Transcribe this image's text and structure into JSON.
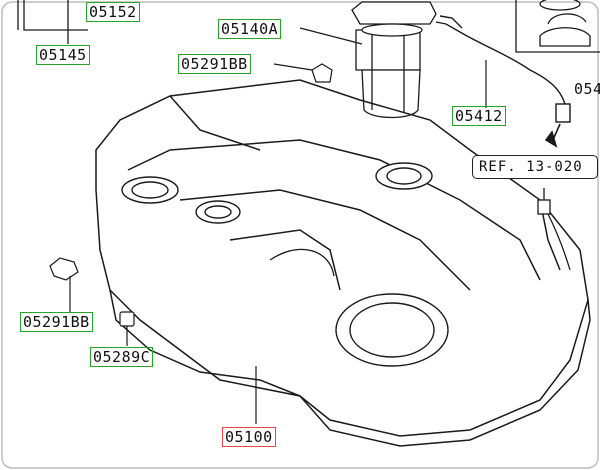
{
  "colors": {
    "line": "#1a1a1a",
    "label_border_green": "#27a427",
    "label_border_red": "#e04848",
    "frame": "#bdbdbd"
  },
  "labels": {
    "p05152": "05152",
    "p05145": "05145",
    "p05140A": "05140A",
    "p05291BB_top": "05291BB",
    "p05412": "05412",
    "p05291BB_left": "05291BB",
    "p05289C": "05289C",
    "p05100": "05100",
    "ref": "REF. 13-020",
    "p054_partial": "054"
  }
}
